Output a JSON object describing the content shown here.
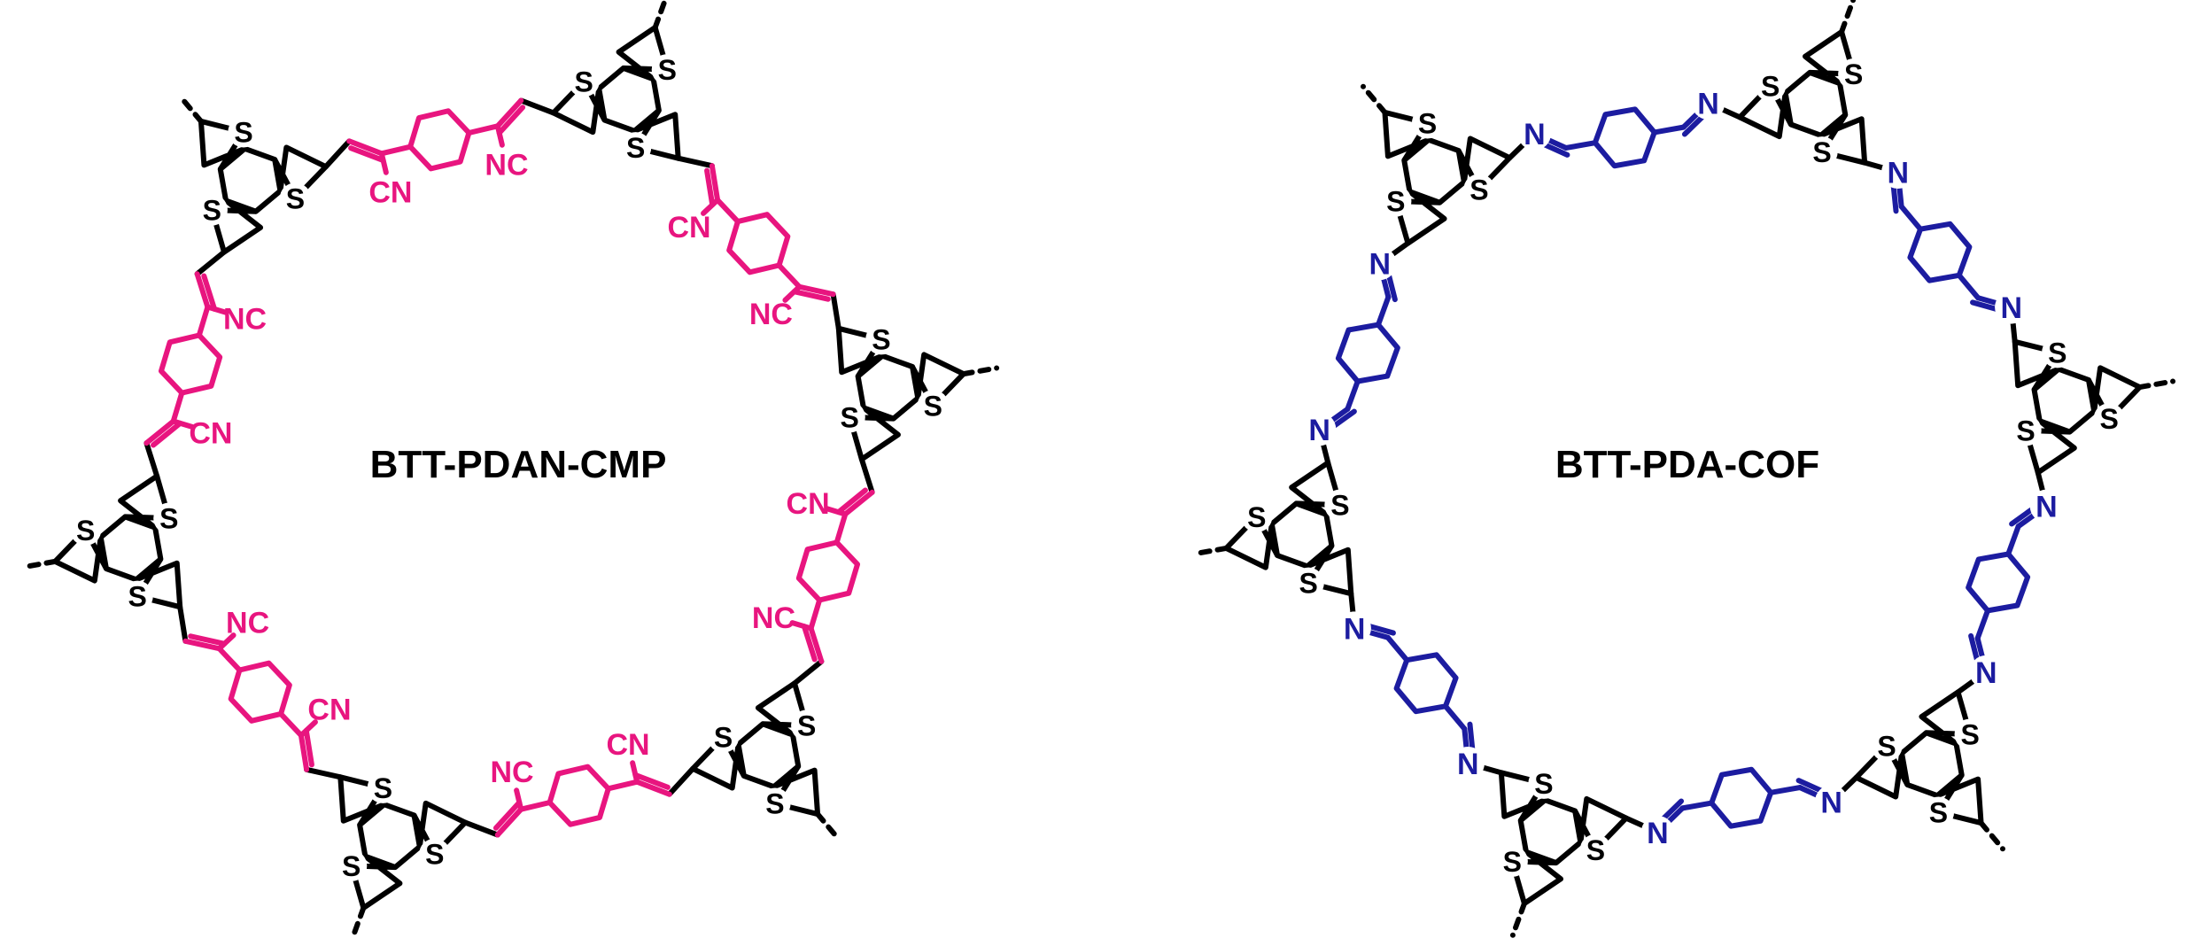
{
  "frameworks": [
    {
      "name": "BTT-PDAN-CMP",
      "linker_type": "cyano-vinylene",
      "linker_color": "#e8157f",
      "linker_labels": [
        "CN",
        "NC"
      ]
    },
    {
      "name": "BTT-PDA-COF",
      "linker_type": "imine",
      "linker_color": "#1c1ca0",
      "linker_labels": [
        "N",
        "N"
      ]
    }
  ],
  "node": {
    "label": "S",
    "color": "#000000"
  }
}
